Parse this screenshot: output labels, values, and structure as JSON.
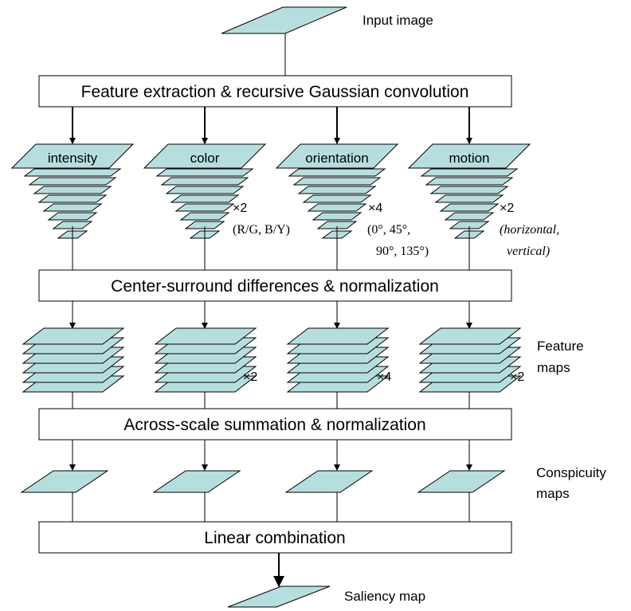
{
  "input_label": "Input image",
  "saliency_label": "Saliency map",
  "boxes": {
    "feature_extraction": "Feature extraction & recursive Gaussian convolution",
    "center_surround": "Center-surround differences & normalization",
    "across_scale": "Across-scale summation & normalization",
    "linear": "Linear combination"
  },
  "channels": [
    {
      "name": "intensity",
      "pyramid_mult": "",
      "feature_mult": ""
    },
    {
      "name": "color",
      "pyramid_mult": "×2",
      "feature_mult": "×2"
    },
    {
      "name": "orientation",
      "pyramid_mult": "×4",
      "feature_mult": "×4"
    },
    {
      "name": "motion",
      "pyramid_mult": "×2",
      "feature_mult": "×2"
    }
  ],
  "notes": {
    "color": "(R/G, B/Y)",
    "orientation_line1": "(0°, 45°,",
    "orientation_line2": "90°, 135°)",
    "motion_line1": "(horizontal,",
    "motion_line2": "vertical)"
  },
  "side_labels": {
    "feature_maps_1": "Feature",
    "feature_maps_2": "maps",
    "conspicuity_1": "Conspicuity",
    "conspicuity_2": "maps"
  },
  "colors": {
    "map_fill": "#b7dede",
    "stroke": "#000000"
  }
}
